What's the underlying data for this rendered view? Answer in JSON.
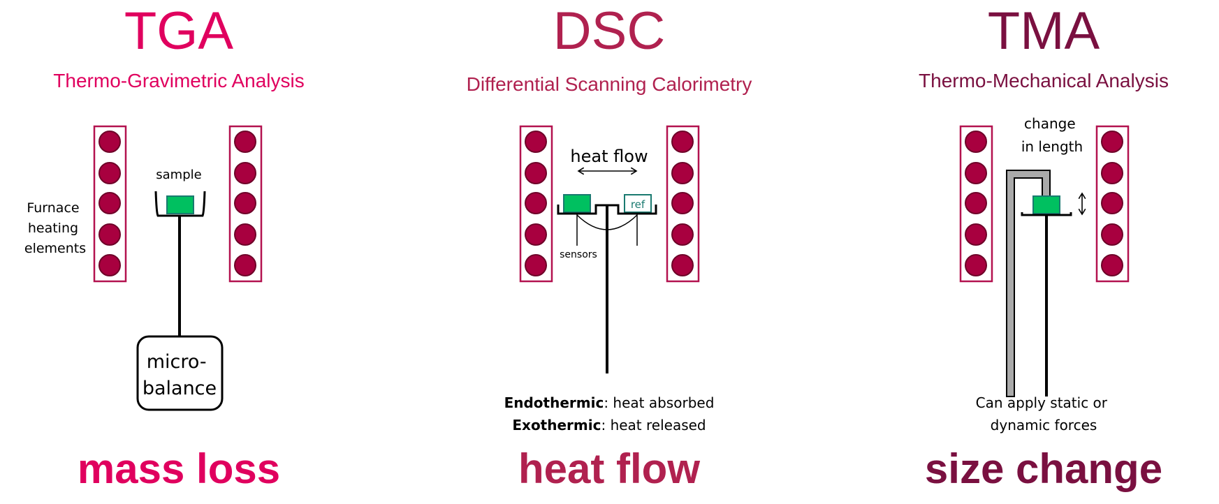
{
  "colors": {
    "tga": "#e0005e",
    "dsc": "#b0214f",
    "tma": "#7a1040",
    "heater": "#a8003f",
    "sample": "#00c060"
  },
  "tga": {
    "title": "TGA",
    "subtitle": "Thermo-Gravimetric Analysis",
    "sample_label": "sample",
    "furnace_label": [
      "Furnace",
      "heating",
      "elements"
    ],
    "balance_label": [
      "micro-",
      "balance"
    ],
    "result": "mass loss"
  },
  "dsc": {
    "title": "DSC",
    "subtitle": "Differential Scanning Calorimetry",
    "heat_flow_label": "heat flow",
    "ref_label": "ref",
    "sensors_label": "sensors",
    "notes": [
      {
        "term": "Endothermic",
        "desc": ": heat absorbed"
      },
      {
        "term": "Exothermic",
        "desc": ": heat released"
      }
    ],
    "result": "heat flow"
  },
  "tma": {
    "title": "TMA",
    "subtitle": "Thermo-Mechanical Analysis",
    "change_label": [
      "change",
      "in length"
    ],
    "notes": [
      "Can apply static or",
      "dynamic forces"
    ],
    "result": "size change"
  }
}
